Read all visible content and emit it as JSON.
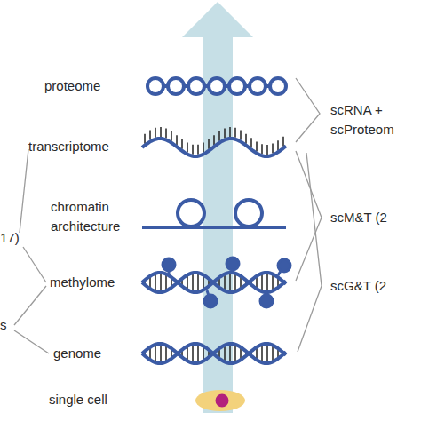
{
  "diagram": {
    "labels": [
      "proteome",
      "transcriptome",
      "chromatin architecture",
      "methylome",
      "genome",
      "single cell",
      "scRNA + scProteom",
      "scM&T (2",
      "scG&T (2",
      "17)",
      "s"
    ]
  }
}
